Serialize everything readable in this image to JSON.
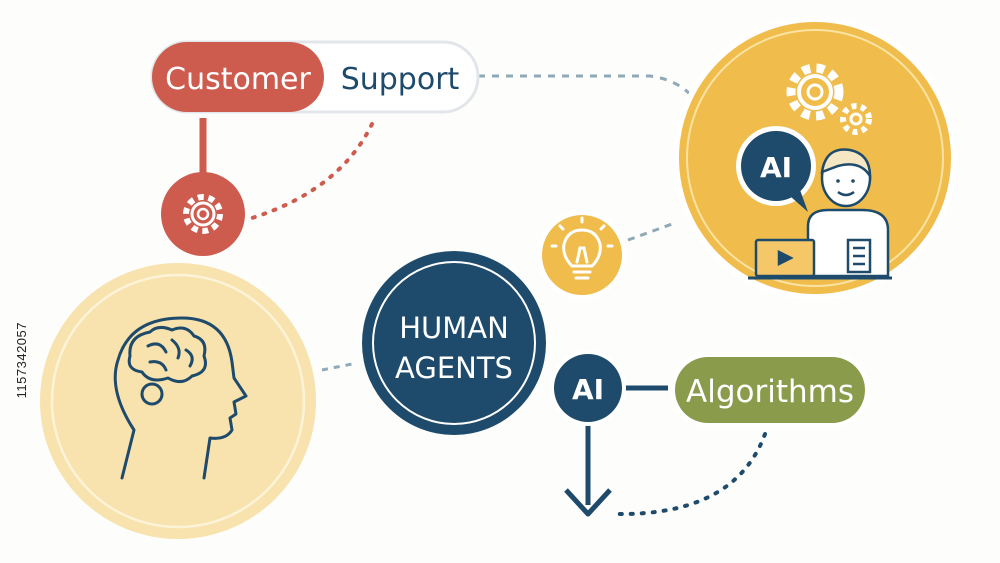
{
  "customer_support": {
    "part1": "Customer",
    "part2": "Support"
  },
  "human_agents": {
    "line1": "HUMAN",
    "line2": "AGENTS"
  },
  "ai_badge_top": "AI",
  "ai_node": "AI",
  "algorithms": "Algorithms",
  "stock_id": "1157342057",
  "colors": {
    "red": "#cd5c4f",
    "navy": "#1e4a6b",
    "gold": "#f0bd4c",
    "cream": "#f8e3ae",
    "olive": "#8b9b4c",
    "white": "#ffffff"
  },
  "icons": [
    "gear-icon",
    "gears-icon",
    "lightbulb-icon",
    "brain-head-icon",
    "person-icon",
    "laptop-icon",
    "arrow-down-icon"
  ]
}
